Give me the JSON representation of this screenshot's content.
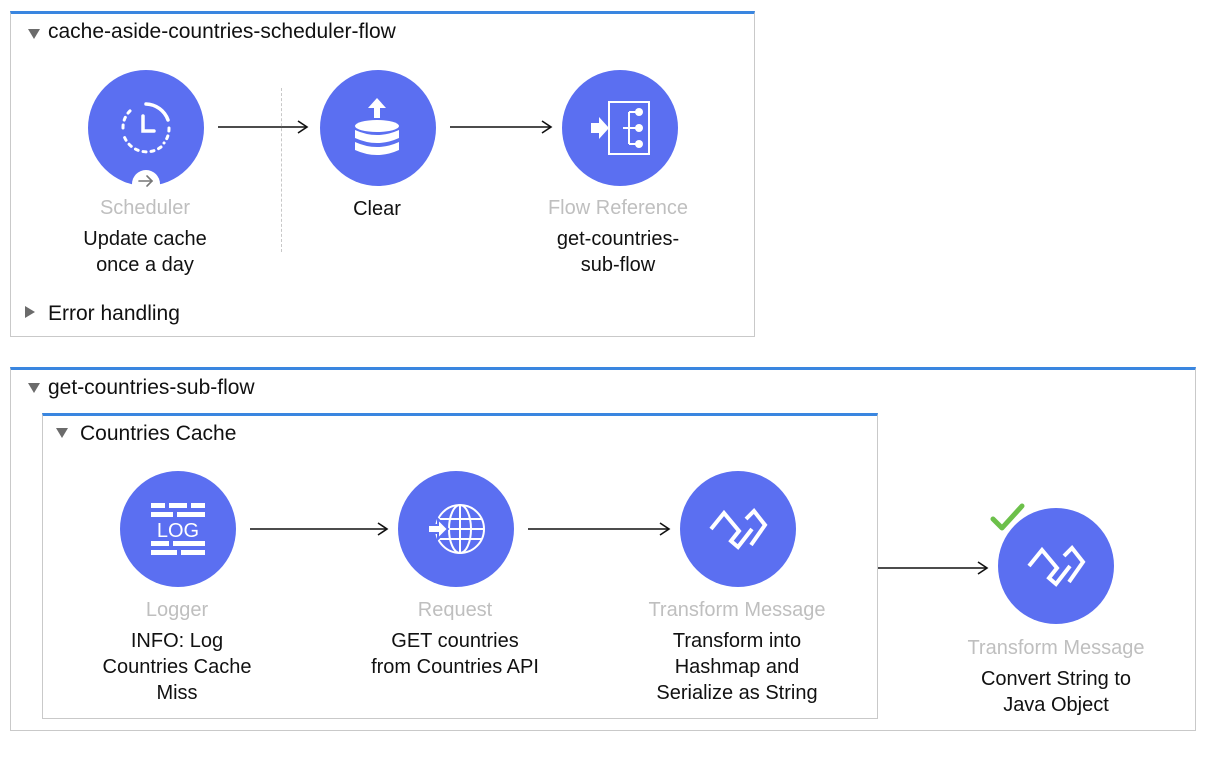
{
  "flows": {
    "scheduler_flow": {
      "title": "cache-aside-countries-scheduler-flow",
      "error_handling": "Error handling",
      "components": [
        {
          "type": "Scheduler",
          "name_lines": [
            "Update cache",
            "once a day"
          ],
          "icon": "clock-icon"
        },
        {
          "type": "",
          "name_lines": [
            "Clear"
          ],
          "icon": "database-clear-icon"
        },
        {
          "type": "Flow Reference",
          "name_lines": [
            "get-countries-",
            "sub-flow"
          ],
          "icon": "flow-reference-icon"
        }
      ]
    },
    "sub_flow": {
      "title": "get-countries-sub-flow",
      "scope": {
        "title": "Countries Cache",
        "components": [
          {
            "type": "Logger",
            "name_lines": [
              "INFO: Log",
              "Countries Cache",
              "Miss"
            ],
            "icon": "log-icon",
            "icon_text": "LOG"
          },
          {
            "type": "Request",
            "name_lines": [
              "GET countries",
              "from Countries API"
            ],
            "icon": "globe-request-icon"
          },
          {
            "type": "Transform Message",
            "name_lines": [
              "Transform into",
              "Hashmap and",
              "Serialize as String"
            ],
            "icon": "dataweave-icon"
          }
        ]
      },
      "components": [
        {
          "type": "Transform Message",
          "name_lines": [
            "Convert String to",
            "Java Object"
          ],
          "icon": "dataweave-icon",
          "status": "check-mark-icon"
        }
      ]
    }
  },
  "colors": {
    "component": "#5b6ff1",
    "flow_border_top": "#3a86e0",
    "type_label": "#bfbfbf",
    "check": "#6cc04a"
  }
}
